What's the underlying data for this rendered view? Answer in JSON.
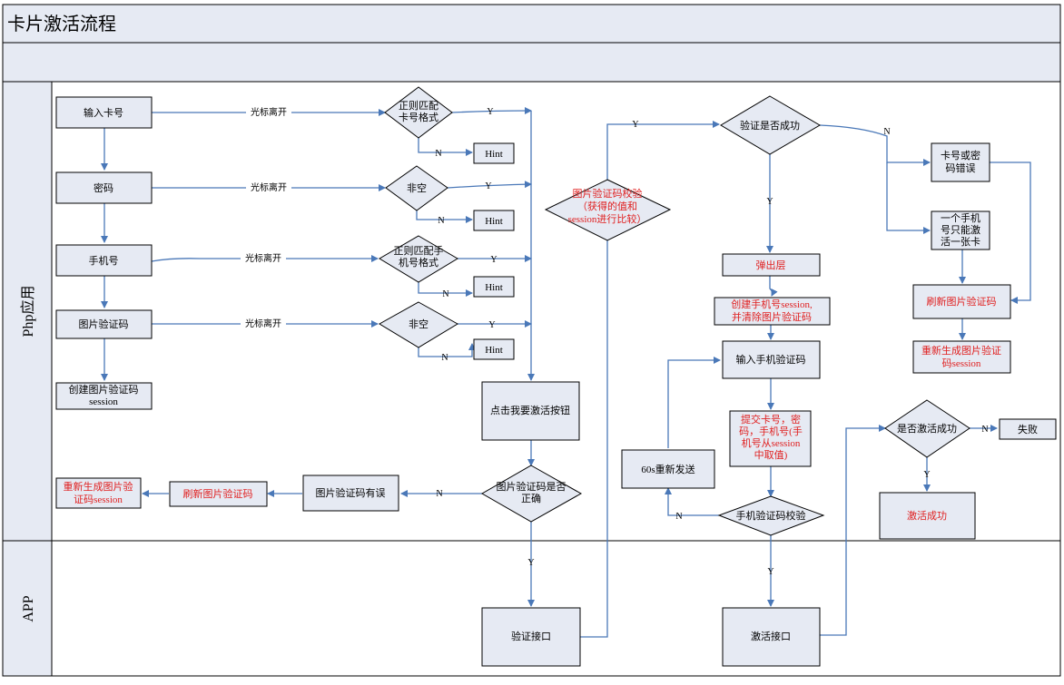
{
  "title": "卡片激活流程",
  "lanes": {
    "php": "Php应用",
    "app": "APP"
  },
  "edge_labels": {
    "leave": "光标离开",
    "yes": "Y",
    "no": "N"
  },
  "nodes": {
    "input_card": "输入卡号",
    "password": "密码",
    "phone": "手机号",
    "captcha": "图片验证码",
    "create_session": [
      "创建图片验证码",
      "session"
    ],
    "regex_card": [
      "正则匹配",
      "卡号格式"
    ],
    "nonempty_pwd": "非空",
    "regex_phone": [
      "正则匹配手",
      "机号格式"
    ],
    "nonempty_captcha": "非空",
    "hint": "Hint",
    "click_activate": "点击我要激活按钮",
    "captcha_correct": [
      "图片验证码是否",
      "正确"
    ],
    "captcha_wrong": "图片验证码有误",
    "refresh_captcha": "刷新图片验证码",
    "regen_captcha": [
      "重新生成图片验",
      "证码session"
    ],
    "captcha_check": [
      "图片验证码校验",
      "（获得的值和",
      "session进行比较）"
    ],
    "verify_ok": "验证是否成功",
    "card_pwd_error": [
      "卡号或密",
      "码错误"
    ],
    "one_card_limit": [
      "一个手机",
      "号只能激",
      "活一张卡"
    ],
    "refresh_captcha_2": "刷新图片验证码",
    "regen_captcha_2": [
      "重新生成图片验证",
      "码session"
    ],
    "popup": "弹出层",
    "create_phone_session": [
      "创建手机号session,",
      "并清除图片验证码"
    ],
    "input_sms": "输入手机验证码",
    "submit": [
      "提交卡号，密",
      "码，手机号(手",
      "机号从session",
      "中取值)"
    ],
    "resend": "60s重新发送",
    "sms_check": "手机验证码校验",
    "activate_ok": "是否激活成功",
    "fail": "失败",
    "success": "激活成功",
    "verify_api": "验证接口",
    "activate_api": "激活接口"
  }
}
